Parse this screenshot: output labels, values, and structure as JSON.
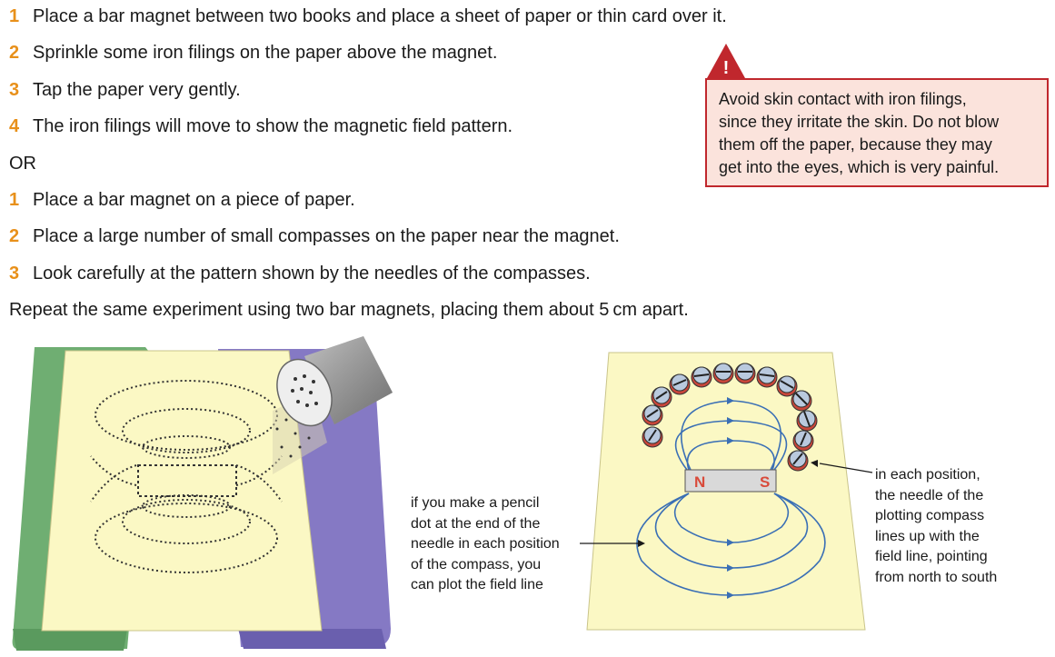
{
  "method1": {
    "steps": [
      {
        "num": "1",
        "text": "Place a bar magnet between two books and place a sheet of paper or thin card over it."
      },
      {
        "num": "2",
        "text": "Sprinkle some iron filings on the paper above the magnet."
      },
      {
        "num": "3",
        "text": "Tap the paper very gently."
      },
      {
        "num": "4",
        "text": "The iron filings will move to show the magnetic field pattern."
      }
    ]
  },
  "or_label": "OR",
  "method2": {
    "steps": [
      {
        "num": "1",
        "text": "Place a bar magnet on a piece of paper."
      },
      {
        "num": "2",
        "text": "Place a large number of small compasses on the paper near the magnet."
      },
      {
        "num": "3",
        "text": "Look carefully at the pattern shown by the needles of the compasses."
      }
    ]
  },
  "repeat_text": "Repeat the same experiment using two bar magnets, placing them about 5 cm apart.",
  "warning": {
    "symbol": "!",
    "lines": [
      "Avoid skin contact with iron filings,",
      "since they irritate the skin. Do not blow",
      "them off the paper, because they may",
      "get into the eyes, which is very painful."
    ]
  },
  "figure2": {
    "north_label": "N",
    "south_label": "S",
    "left_caption": [
      "if you make a pencil",
      "dot at the end of the",
      "needle in each position",
      "of the compass, you",
      "can plot the field line"
    ],
    "right_caption": [
      "in each position,",
      "the needle of the",
      "plotting compass",
      "lines up with the",
      "field line, pointing",
      "from north to south"
    ]
  },
  "colors": {
    "step_number": "#e8901a",
    "warning_border": "#c0272d",
    "warning_fill": "#fbe3dc",
    "paper": "#fbf8c4",
    "book_green": "#6fae72",
    "book_purple": "#8579c4",
    "magnet_north": "#d94a3a",
    "field_line": "#3a6fb5",
    "compass_red": "#c8463a"
  }
}
